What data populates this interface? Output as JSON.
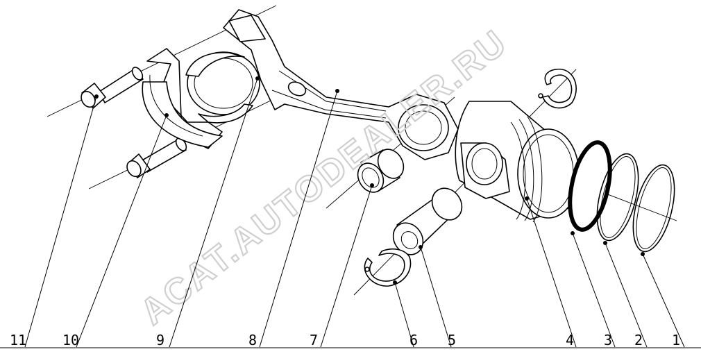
{
  "diagram": {
    "callouts": [
      {
        "id": "p1",
        "label": "1"
      },
      {
        "id": "p2",
        "label": "2"
      },
      {
        "id": "p3",
        "label": "3"
      },
      {
        "id": "p4",
        "label": "4"
      },
      {
        "id": "p5",
        "label": "5"
      },
      {
        "id": "p6",
        "label": "6"
      },
      {
        "id": "p7",
        "label": "7"
      },
      {
        "id": "p8",
        "label": "8"
      },
      {
        "id": "p9",
        "label": "9"
      },
      {
        "id": "p10",
        "label": "10"
      },
      {
        "id": "p11",
        "label": "11"
      }
    ],
    "watermark": "ACAT.AUTODEALER.RU"
  }
}
